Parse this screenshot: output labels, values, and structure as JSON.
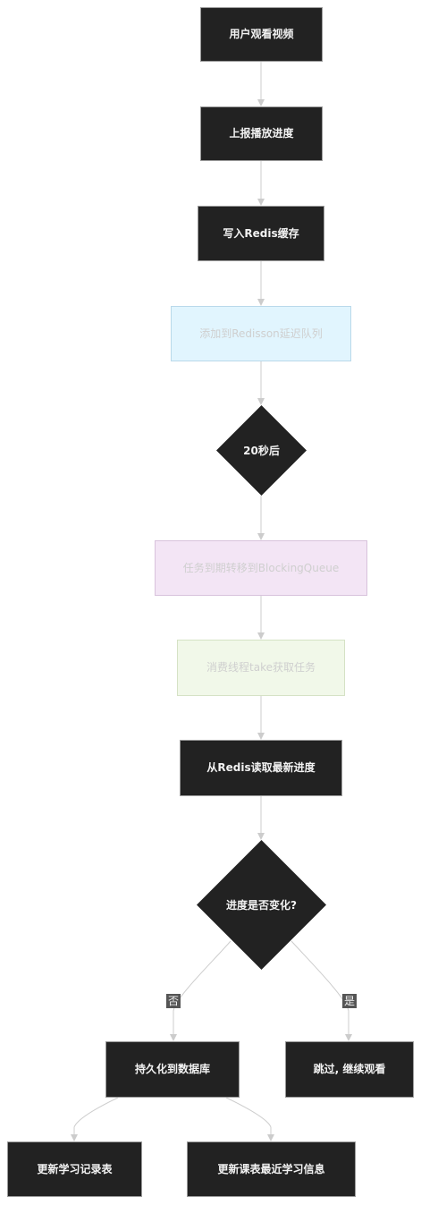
{
  "nodes": {
    "watch_video": "用户观看视频",
    "report_progress": "上报播放进度",
    "write_redis_cache": "写入Redis缓存",
    "add_delay_queue": "添加到Redisson延迟队列",
    "after_20s": "20秒后",
    "move_to_blocking_queue": "任务到期转移到BlockingQueue",
    "consumer_take_task": "消费线程take获取任务",
    "read_latest_progress": "从Redis读取最新进度",
    "progress_changed": "进度是否变化?",
    "persist_db": "持久化到数据库",
    "skip_continue": "跳过, 继续观看",
    "update_learning_record": "更新学习记录表",
    "update_course_info": "更新课表最近学习信息"
  },
  "edge_labels": {
    "no": "否",
    "yes": "是"
  },
  "colors": {
    "dark_node": "#222222",
    "blue_node": "#e1f5fe",
    "purple_node": "#f3e5f5",
    "green_node": "#f1f8e9",
    "edge": "#cccccc"
  }
}
